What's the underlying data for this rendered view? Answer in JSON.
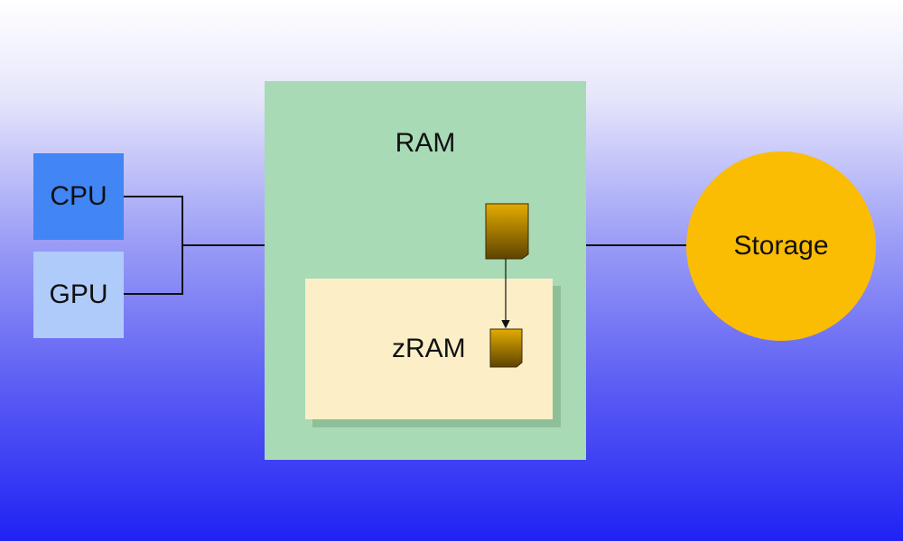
{
  "diagram": {
    "cpu_label": "CPU",
    "gpu_label": "GPU",
    "ram_label": "RAM",
    "zram_label": "zRAM",
    "storage_label": "Storage"
  },
  "colors": {
    "cpu": "#4285f4",
    "gpu": "#aecbfa",
    "ram": "#a8dab5",
    "zram": "#fcefc7",
    "storage": "#fbbc04",
    "page": "#c58f00",
    "connector": "#111111"
  },
  "icons": [
    "memory-page-icon",
    "compressed-page-icon",
    "compression-arrow"
  ]
}
